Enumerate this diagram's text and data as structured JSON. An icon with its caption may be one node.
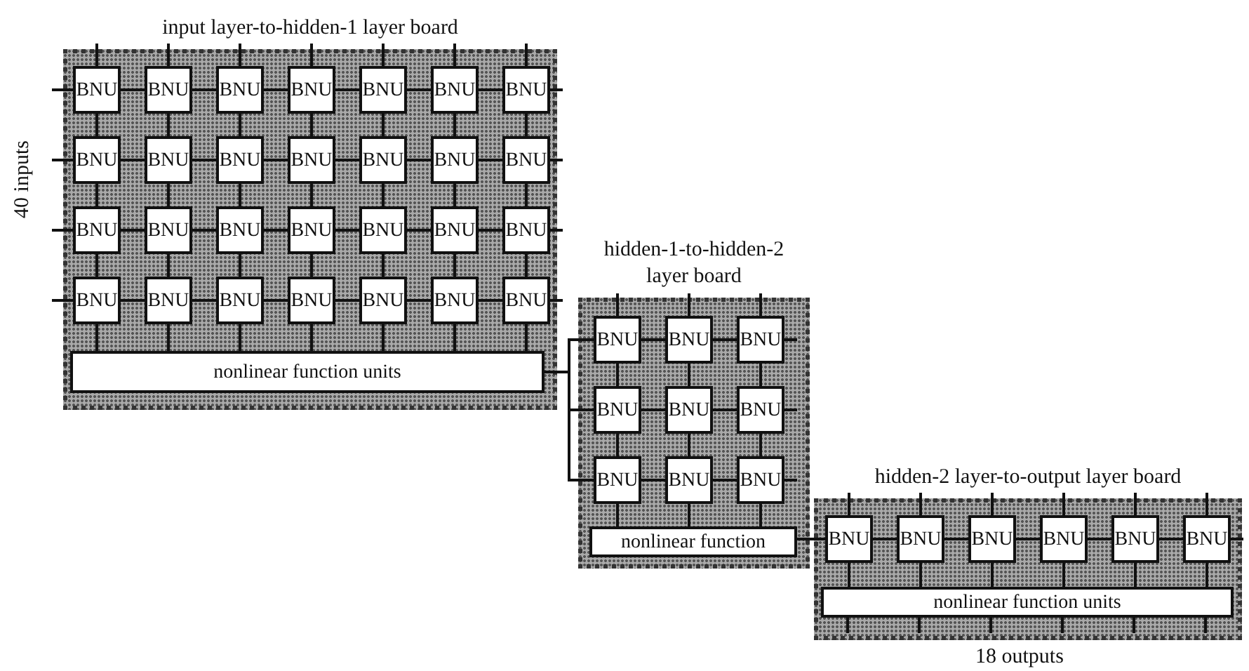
{
  "diagram": {
    "nodes": [
      {
        "text": [
          "input layer-to-hidden-1 layer board"
        ]
      },
      {
        "text": [
          "BNU"
        ],
        "in": 0
      },
      {
        "text": [
          "BNU"
        ],
        "in": 0
      },
      {
        "text": [
          "BNU"
        ],
        "in": 0
      },
      {
        "text": [
          "BNU"
        ],
        "in": 0
      },
      {
        "text": [
          "BNU"
        ],
        "in": 0
      },
      {
        "text": [
          "BNU"
        ],
        "in": 0
      },
      {
        "text": [
          "BNU"
        ],
        "in": 0
      },
      {
        "text": [
          "BNU"
        ],
        "in": 0
      },
      {
        "text": [
          "BNU"
        ],
        "in": 0
      },
      {
        "text": [
          "BNU"
        ],
        "in": 0
      },
      {
        "text": [
          "BNU"
        ],
        "in": 0
      },
      {
        "text": [
          "BNU"
        ],
        "in": 0
      },
      {
        "text": [
          "BNU"
        ],
        "in": 0
      },
      {
        "text": [
          "BNU"
        ],
        "in": 0
      },
      {
        "text": [
          "BNU"
        ],
        "in": 0
      },
      {
        "text": [
          "BNU"
        ],
        "in": 0
      },
      {
        "text": [
          "BNU"
        ],
        "in": 0
      },
      {
        "text": [
          "BNU"
        ],
        "in": 0
      },
      {
        "text": [
          "BNU"
        ],
        "in": 0
      },
      {
        "text": [
          "BNU"
        ],
        "in": 0
      },
      {
        "text": [
          "BNU"
        ],
        "in": 0
      },
      {
        "text": [
          "BNU"
        ],
        "in": 0
      },
      {
        "text": [
          "BNU"
        ],
        "in": 0
      },
      {
        "text": [
          "BNU"
        ],
        "in": 0
      },
      {
        "text": [
          "BNU"
        ],
        "in": 0
      },
      {
        "text": [
          "BNU"
        ],
        "in": 0
      },
      {
        "text": [
          "BNU"
        ],
        "in": 0
      },
      {
        "text": [
          "BNU"
        ],
        "in": 0
      },
      {
        "text": [
          "nonlinear function units"
        ],
        "in": 0
      },
      {
        "text": [
          "hidden-1-to-hidden-2 layer board"
        ]
      },
      {
        "text": [
          "BNU"
        ],
        "in": 30
      },
      {
        "text": [
          "BNU"
        ],
        "in": 30
      },
      {
        "text": [
          "BNU"
        ],
        "in": 30
      },
      {
        "text": [
          "BNU"
        ],
        "in": 30
      },
      {
        "text": [
          "BNU"
        ],
        "in": 30
      },
      {
        "text": [
          "BNU"
        ],
        "in": 30
      },
      {
        "text": [
          "BNU"
        ],
        "in": 30
      },
      {
        "text": [
          "BNU"
        ],
        "in": 30
      },
      {
        "text": [
          "BNU"
        ],
        "in": 30
      },
      {
        "text": [
          "nonlinear function"
        ],
        "in": 30
      },
      {
        "text": [
          "hidden-2 layer-to-output layer board"
        ]
      },
      {
        "text": [
          "BNU"
        ],
        "in": 41
      },
      {
        "text": [
          "BNU"
        ],
        "in": 41
      },
      {
        "text": [
          "BNU"
        ],
        "in": 41
      },
      {
        "text": [
          "BNU"
        ],
        "in": 41
      },
      {
        "text": [
          "BNU"
        ],
        "in": 41
      },
      {
        "text": [
          "BNU"
        ],
        "in": 41
      },
      {
        "text": [
          "nonlinear function units"
        ],
        "in": 41
      }
    ],
    "edges": [
      {
        "from": null,
        "to": 1,
        "arrow": "none"
      },
      {
        "from": null,
        "to": 8,
        "arrow": "none"
      },
      {
        "from": null,
        "to": 15,
        "arrow": "none"
      },
      {
        "from": null,
        "to": 22,
        "arrow": "none"
      },
      {
        "from": null,
        "to": 1,
        "arrow": "none"
      },
      {
        "from": null,
        "to": 2,
        "arrow": "none"
      },
      {
        "from": null,
        "to": 3,
        "arrow": "none"
      },
      {
        "from": null,
        "to": 4,
        "arrow": "none"
      },
      {
        "from": null,
        "to": 5,
        "arrow": "none"
      },
      {
        "from": null,
        "to": 6,
        "arrow": "none"
      },
      {
        "from": null,
        "to": 7,
        "arrow": "none"
      },
      {
        "from": 1,
        "to": 2,
        "arrow": "none"
      },
      {
        "from": 2,
        "to": 3,
        "arrow": "none"
      },
      {
        "from": 3,
        "to": 4,
        "arrow": "none"
      },
      {
        "from": 4,
        "to": 5,
        "arrow": "none"
      },
      {
        "from": 5,
        "to": 6,
        "arrow": "none"
      },
      {
        "from": 6,
        "to": 7,
        "arrow": "none"
      },
      {
        "from": 8,
        "to": 9,
        "arrow": "none"
      },
      {
        "from": 9,
        "to": 10,
        "arrow": "none"
      },
      {
        "from": 10,
        "to": 11,
        "arrow": "none"
      },
      {
        "from": 11,
        "to": 12,
        "arrow": "none"
      },
      {
        "from": 12,
        "to": 13,
        "arrow": "none"
      },
      {
        "from": 13,
        "to": 14,
        "arrow": "none"
      },
      {
        "from": 15,
        "to": 16,
        "arrow": "none"
      },
      {
        "from": 16,
        "to": 17,
        "arrow": "none"
      },
      {
        "from": 17,
        "to": 18,
        "arrow": "none"
      },
      {
        "from": 18,
        "to": 19,
        "arrow": "none"
      },
      {
        "from": 19,
        "to": 20,
        "arrow": "none"
      },
      {
        "from": 20,
        "to": 21,
        "arrow": "none"
      },
      {
        "from": 22,
        "to": 23,
        "arrow": "none"
      },
      {
        "from": 23,
        "to": 24,
        "arrow": "none"
      },
      {
        "from": 24,
        "to": 25,
        "arrow": "none"
      },
      {
        "from": 25,
        "to": 26,
        "arrow": "none"
      },
      {
        "from": 26,
        "to": 27,
        "arrow": "none"
      },
      {
        "from": 27,
        "to": 28,
        "arrow": "none"
      },
      {
        "from": 7,
        "to": null,
        "arrow": "none"
      },
      {
        "from": 14,
        "to": null,
        "arrow": "none"
      },
      {
        "from": 21,
        "to": null,
        "arrow": "none"
      },
      {
        "from": 28,
        "to": null,
        "arrow": "none"
      },
      {
        "from": 1,
        "to": 8,
        "arrow": "none"
      },
      {
        "from": 2,
        "to": 9,
        "arrow": "none"
      },
      {
        "from": 3,
        "to": 10,
        "arrow": "none"
      },
      {
        "from": 4,
        "to": 11,
        "arrow": "none"
      },
      {
        "from": 5,
        "to": 12,
        "arrow": "none"
      },
      {
        "from": 6,
        "to": 13,
        "arrow": "none"
      },
      {
        "from": 7,
        "to": 14,
        "arrow": "none"
      },
      {
        "from": 8,
        "to": 15,
        "arrow": "none"
      },
      {
        "from": 9,
        "to": 16,
        "arrow": "none"
      },
      {
        "from": 10,
        "to": 17,
        "arrow": "none"
      },
      {
        "from": 11,
        "to": 18,
        "arrow": "none"
      },
      {
        "from": 12,
        "to": 19,
        "arrow": "none"
      },
      {
        "from": 13,
        "to": 20,
        "arrow": "none"
      },
      {
        "from": 14,
        "to": 21,
        "arrow": "none"
      },
      {
        "from": 15,
        "to": 22,
        "arrow": "none"
      },
      {
        "from": 16,
        "to": 23,
        "arrow": "none"
      },
      {
        "from": 17,
        "to": 24,
        "arrow": "none"
      },
      {
        "from": 18,
        "to": 25,
        "arrow": "none"
      },
      {
        "from": 19,
        "to": 26,
        "arrow": "none"
      },
      {
        "from": 20,
        "to": 27,
        "arrow": "none"
      },
      {
        "from": 21,
        "to": 28,
        "arrow": "none"
      },
      {
        "from": 22,
        "to": 29,
        "arrow": "none"
      },
      {
        "from": 23,
        "to": 29,
        "arrow": "none"
      },
      {
        "from": 24,
        "to": 29,
        "arrow": "none"
      },
      {
        "from": 25,
        "to": 29,
        "arrow": "none"
      },
      {
        "from": 26,
        "to": 29,
        "arrow": "none"
      },
      {
        "from": 27,
        "to": 29,
        "arrow": "none"
      },
      {
        "from": 28,
        "to": 29,
        "arrow": "none"
      },
      {
        "from": 29,
        "to": 31,
        "arrow": "none"
      },
      {
        "from": 29,
        "to": 34,
        "arrow": "none"
      },
      {
        "from": 29,
        "to": 37,
        "arrow": "none"
      },
      {
        "from": null,
        "to": 31,
        "arrow": "none"
      },
      {
        "from": null,
        "to": 32,
        "arrow": "none"
      },
      {
        "from": null,
        "to": 33,
        "arrow": "none"
      },
      {
        "from": 31,
        "to": 32,
        "arrow": "none"
      },
      {
        "from": 32,
        "to": 33,
        "arrow": "none"
      },
      {
        "from": 34,
        "to": 35,
        "arrow": "none"
      },
      {
        "from": 35,
        "to": 36,
        "arrow": "none"
      },
      {
        "from": 37,
        "to": 38,
        "arrow": "none"
      },
      {
        "from": 38,
        "to": 39,
        "arrow": "none"
      },
      {
        "from": 33,
        "to": null,
        "arrow": "none"
      },
      {
        "from": 36,
        "to": null,
        "arrow": "none"
      },
      {
        "from": 39,
        "to": null,
        "arrow": "none"
      },
      {
        "from": 31,
        "to": 34,
        "arrow": "none"
      },
      {
        "from": 32,
        "to": 35,
        "arrow": "none"
      },
      {
        "from": 33,
        "to": 36,
        "arrow": "none"
      },
      {
        "from": 34,
        "to": 37,
        "arrow": "none"
      },
      {
        "from": 35,
        "to": 38,
        "arrow": "none"
      },
      {
        "from": 36,
        "to": 39,
        "arrow": "none"
      },
      {
        "from": 37,
        "to": 40,
        "arrow": "none"
      },
      {
        "from": 38,
        "to": 40,
        "arrow": "none"
      },
      {
        "from": 39,
        "to": 40,
        "arrow": "none"
      },
      {
        "from": 40,
        "to": 42,
        "arrow": "none"
      },
      {
        "from": null,
        "to": 42,
        "arrow": "none"
      },
      {
        "from": null,
        "to": 43,
        "arrow": "none"
      },
      {
        "from": null,
        "to": 44,
        "arrow": "none"
      },
      {
        "from": null,
        "to": 45,
        "arrow": "none"
      },
      {
        "from": null,
        "to": 46,
        "arrow": "none"
      },
      {
        "from": null,
        "to": 47,
        "arrow": "none"
      },
      {
        "from": 42,
        "to": 43,
        "arrow": "none"
      },
      {
        "from": 43,
        "to": 44,
        "arrow": "none"
      },
      {
        "from": 44,
        "to": 45,
        "arrow": "none"
      },
      {
        "from": 45,
        "to": 46,
        "arrow": "none"
      },
      {
        "from": 46,
        "to": 47,
        "arrow": "none"
      },
      {
        "from": 47,
        "to": null,
        "arrow": "none"
      },
      {
        "from": 42,
        "to": 48,
        "arrow": "none"
      },
      {
        "from": 43,
        "to": 48,
        "arrow": "none"
      },
      {
        "from": 44,
        "to": 48,
        "arrow": "none"
      },
      {
        "from": 45,
        "to": 48,
        "arrow": "none"
      },
      {
        "from": 46,
        "to": 48,
        "arrow": "none"
      },
      {
        "from": 47,
        "to": 48,
        "arrow": "none"
      },
      {
        "from": 48,
        "to": null,
        "arrow": "none"
      },
      {
        "from": 48,
        "to": null,
        "arrow": "none"
      },
      {
        "from": 48,
        "to": null,
        "arrow": "none"
      },
      {
        "from": 48,
        "to": null,
        "arrow": "none"
      },
      {
        "from": 48,
        "to": null,
        "arrow": "none"
      },
      {
        "from": 48,
        "to": null,
        "arrow": "none"
      }
    ],
    "labels": [
      "40 inputs",
      "18 outputs"
    ]
  }
}
